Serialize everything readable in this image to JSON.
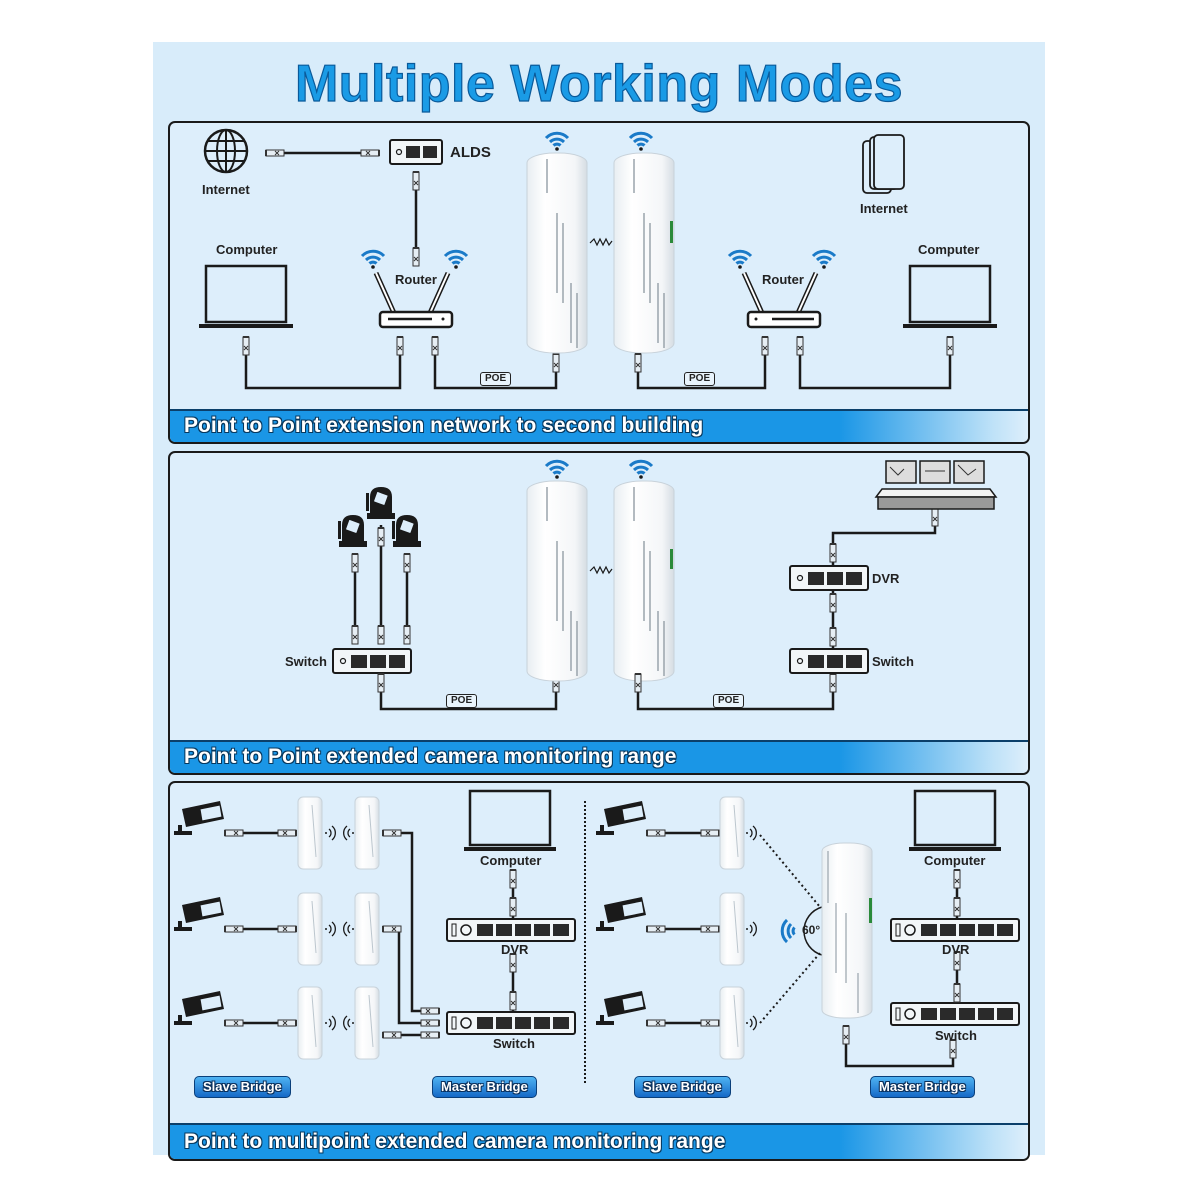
{
  "title": "Multiple Working Modes",
  "colors": {
    "background": "#d8ecfa",
    "title": "#1a9be6",
    "banner": "#1a96e6",
    "wifi": "#1a7ac8",
    "outline": "#1a1a1a"
  },
  "panels": [
    {
      "id": "ptp-building",
      "banner": "Point to Point extension network to second building",
      "labels": {
        "internet_left": "Internet",
        "alds": "ALDS",
        "computer_left": "Computer",
        "router_left": "Router",
        "internet_right": "Internet",
        "router_right": "Router",
        "computer_right": "Computer",
        "poe_left": "POE",
        "poe_right": "POE"
      },
      "icons": [
        "globe-icon",
        "modem-icon",
        "laptop-icon",
        "router-icon",
        "wireless-bridge-icon",
        "wireless-bridge-icon",
        "router-icon",
        "phones-icon",
        "laptop-icon"
      ]
    },
    {
      "id": "ptp-camera",
      "banner": "Point to Point extended camera monitoring range",
      "labels": {
        "switch_left": "Switch",
        "dvr": "DVR",
        "switch_right": "Switch",
        "poe_left": "POE",
        "poe_right": "POE"
      },
      "icons": [
        "ptz-camera-icon",
        "ptz-camera-icon",
        "ptz-camera-icon",
        "switch-icon",
        "wireless-bridge-icon",
        "wireless-bridge-icon",
        "monitoring-console-icon",
        "dvr-icon",
        "switch-icon"
      ]
    },
    {
      "id": "ptmp-camera",
      "banner": "Point to multipoint extended camera monitoring range",
      "left": {
        "computer": "Computer",
        "dvr": "DVR",
        "switch": "Switch",
        "slave_badge": "Slave Bridge",
        "master_badge": "Master Bridge"
      },
      "right": {
        "computer": "Computer",
        "dvr": "DVR",
        "switch": "Switch",
        "angle": "60°",
        "slave_badge": "Slave Bridge",
        "master_badge": "Master Bridge"
      }
    }
  ]
}
